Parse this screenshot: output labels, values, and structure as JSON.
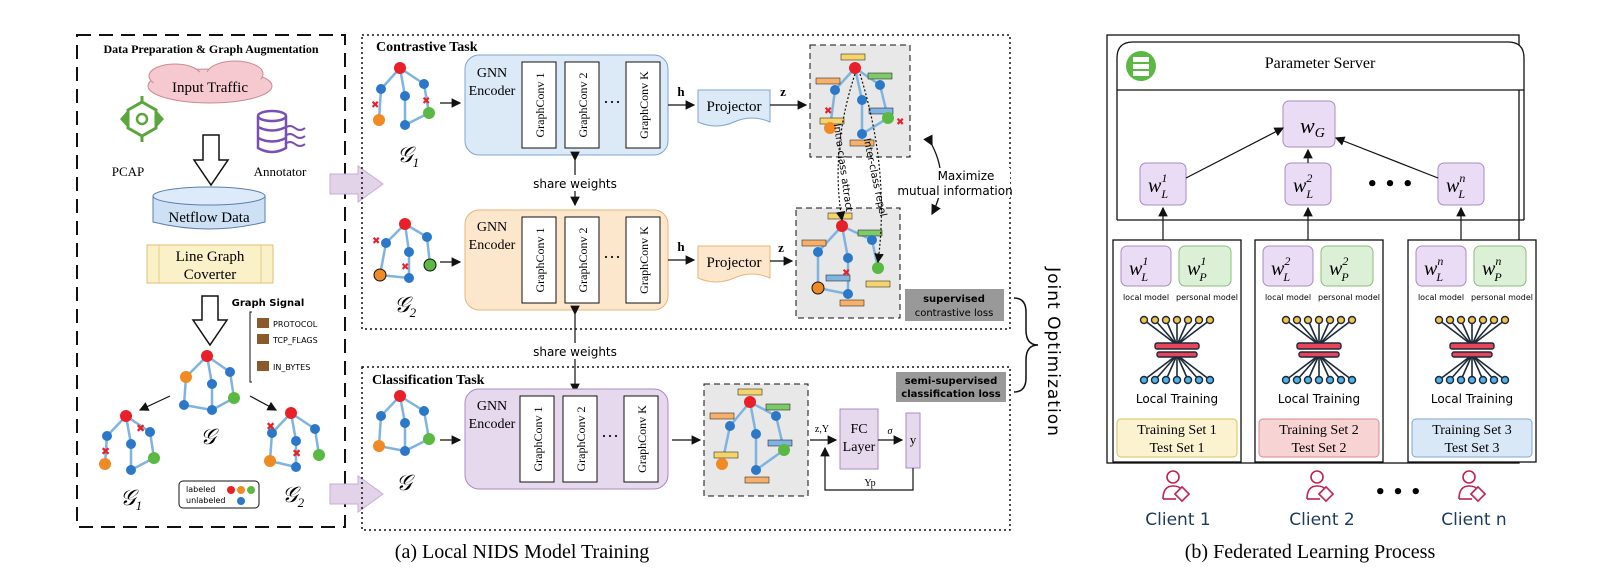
{
  "left_panel": {
    "prep_title": "Data Preparation & Graph Augmentation",
    "input_traffic": "Input Traffic",
    "pcap": "PCAP",
    "annotator": "Annotator",
    "netflow": "Netflow Data",
    "line_graph_1": "Line Graph",
    "line_graph_2": "Coverter",
    "graph_signal": "Graph Signal",
    "signals": [
      "PROTOCOL",
      "TCP_FLAGS",
      "IN_BYTES"
    ],
    "legend_labeled": "labeled",
    "legend_unlabeled": "unlabeled",
    "g_label": "𝒢",
    "g1_label": "𝒢",
    "g1_sub": "1",
    "g2_label": "𝒢",
    "g2_sub": "2",
    "contrastive_title": "Contrastive Task",
    "classification_title": "Classification Task",
    "gnn_line1": "GNN",
    "gnn_line2": "Encoder",
    "conv1": "GraphConv 1",
    "conv2": "GraphConv 2",
    "convK": "GraphConv K",
    "dots": "···",
    "h": "h",
    "z": "z",
    "projector": "Projector",
    "share_weights": "share weights",
    "maximize_1": "Maximize",
    "maximize_2": "mutual information",
    "intra": "Intra-class attract",
    "inter": "Inter-class repel",
    "sup_loss_1": "supervised",
    "sup_loss_2": "contrastive loss",
    "semi_loss_1": "semi-supervised",
    "semi_loss_2": "classification loss",
    "zy": "z,Y",
    "fc_1": "FC",
    "fc_2": "Layer",
    "sigma": "σ",
    "y": "y",
    "yp": "Yp",
    "joint": "Joint Optimization",
    "caption": "(a) Local NIDS Model Training"
  },
  "right_panel": {
    "server": "Parameter Server",
    "wg": "w",
    "wg_sub": "G",
    "w": "w",
    "sub_L": "L",
    "sub_P": "P",
    "sup_1": "1",
    "sup_2": "2",
    "sup_n": "n",
    "local_model": "local model",
    "personal_model": "personal model",
    "local_training": "Local Training",
    "clients": [
      {
        "set1": "Training Set 1",
        "set2": "Test Set 1",
        "name": "Client 1"
      },
      {
        "set1": "Training Set 2",
        "set2": "Test Set 2",
        "name": "Client 2"
      },
      {
        "set1": "Training Set 3",
        "set2": "Test Set 3",
        "name": "Client n"
      }
    ],
    "ellipsis": "• • •",
    "caption": "(b) Federated Learning Process"
  },
  "colors": {
    "blue_node": "#2a78c7",
    "red_node": "#e8202a",
    "green_node": "#5bb843",
    "orange_node": "#f08a24",
    "edge": "#7fb3e0",
    "contrastive_fill": "#dce9f7",
    "contrastive_fill2": "#fde7cc",
    "classification_fill": "#e6d9ee",
    "model_fill": "#e9dcf4",
    "personal_fill": "#dcefd7",
    "input_traffic": "#f6c8cf",
    "client_color": "#c4204f",
    "set_yellow": "#fbf3cf",
    "set_red": "#f8d3d3",
    "set_blue": "#d9e8f6"
  }
}
